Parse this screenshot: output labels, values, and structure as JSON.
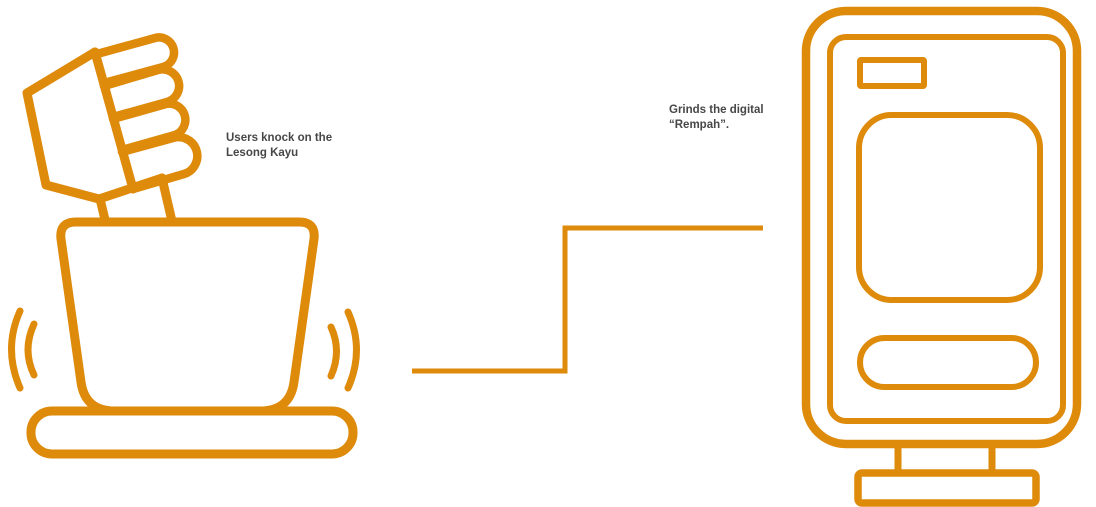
{
  "colors": {
    "accent_orange": "#DE8A0B",
    "caption_text": "#474747",
    "background": "#FFFFFF"
  },
  "captions": {
    "left": {
      "line1": "Users knock on the",
      "line2": "Lesong Kayu"
    },
    "right": {
      "line1": "Grinds the digital",
      "line2": "“Rempah”."
    }
  },
  "icons": {
    "left_figure": "fist-knock-on-mortar-icon",
    "right_figure": "digital-kiosk-icon",
    "connector": "step-connector-line"
  }
}
